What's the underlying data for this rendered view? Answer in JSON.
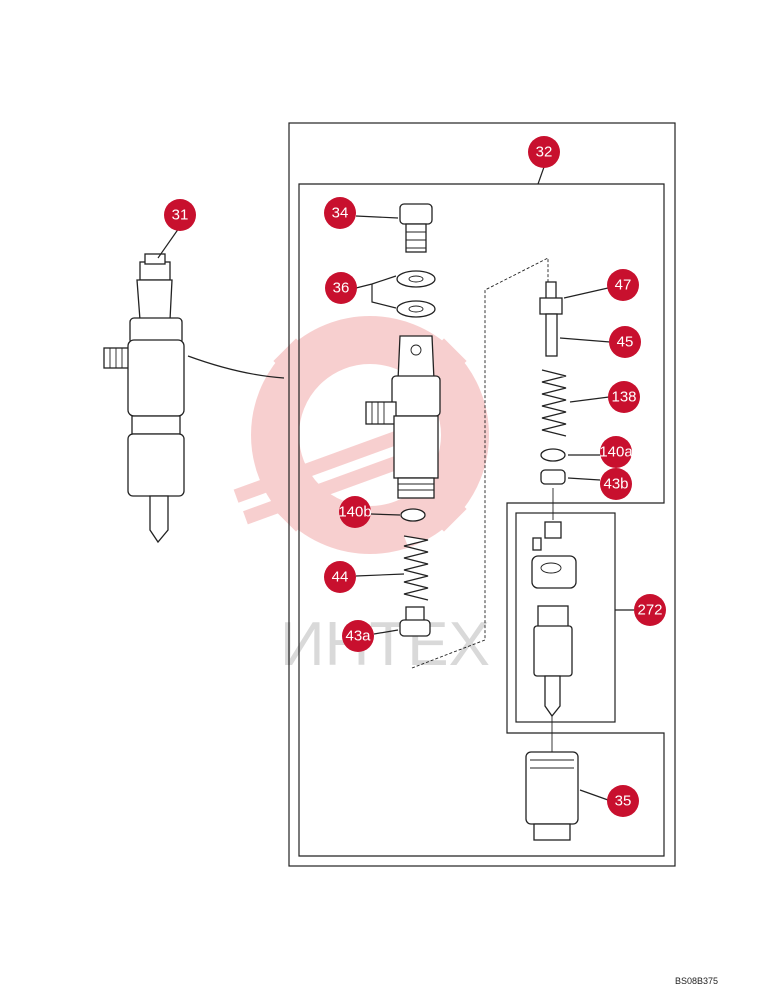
{
  "callouts": [
    {
      "id": "31",
      "label": "31"
    },
    {
      "id": "32",
      "label": "32"
    },
    {
      "id": "34",
      "label": "34"
    },
    {
      "id": "36",
      "label": "36"
    },
    {
      "id": "47",
      "label": "47"
    },
    {
      "id": "45",
      "label": "45"
    },
    {
      "id": "138",
      "label": "138"
    },
    {
      "id": "140a",
      "label": "140a"
    },
    {
      "id": "43b",
      "label": "43b"
    },
    {
      "id": "140b",
      "label": "140b"
    },
    {
      "id": "44",
      "label": "44"
    },
    {
      "id": "43a",
      "label": "43a"
    },
    {
      "id": "272",
      "label": "272"
    },
    {
      "id": "35",
      "label": "35"
    }
  ],
  "watermark": {
    "text": "ИНТЕХ"
  },
  "drawing_code": "BS08B375",
  "colors": {
    "callout": "#c8102e",
    "watermark": "#f4c6c6",
    "line": "#222222"
  }
}
